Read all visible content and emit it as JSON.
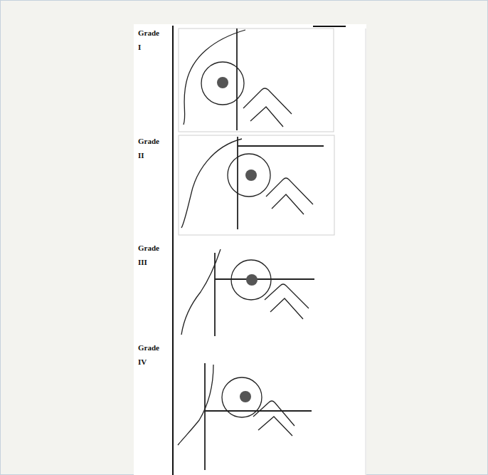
{
  "diagram": {
    "labels": [
      "Grade I",
      "Grade II",
      "Grade III",
      "Grade IV"
    ]
  }
}
